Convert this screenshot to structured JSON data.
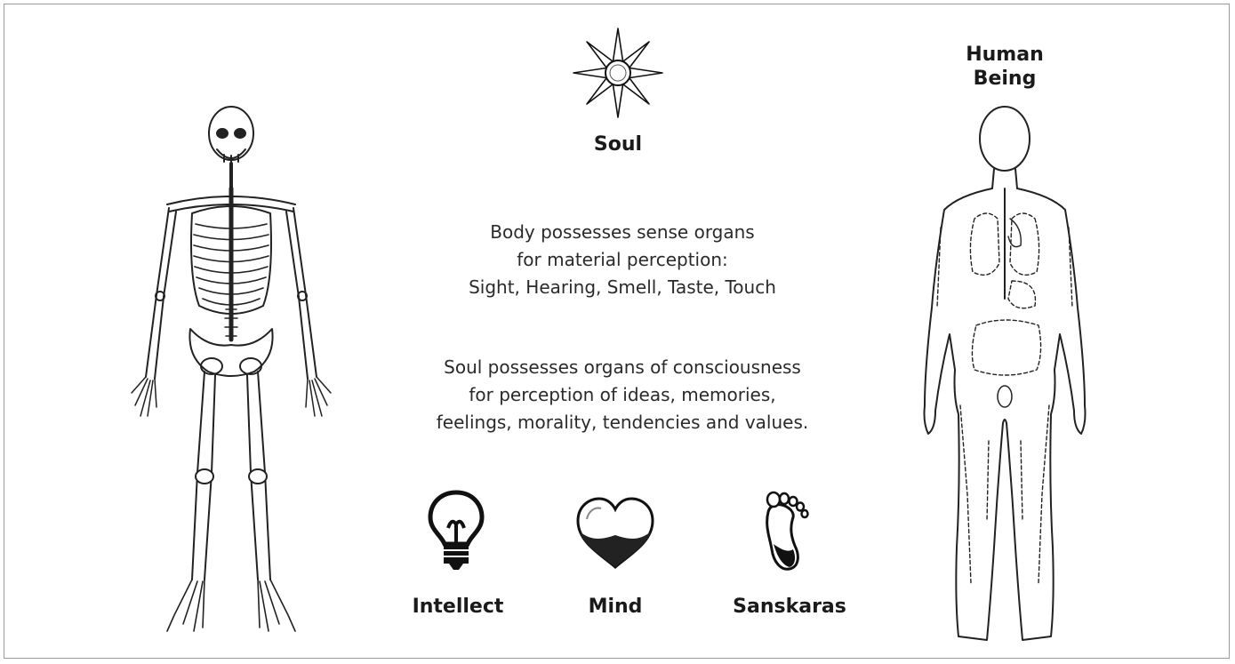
{
  "labels": {
    "soul": "Soul",
    "human_being_line1": "Human",
    "human_being_line2": "Being",
    "intellect": "Intellect",
    "mind": "Mind",
    "sanskaras": "Sanskaras"
  },
  "body_text": {
    "lines": [
      "Body possesses sense organs",
      "for material perception:",
      "Sight, Hearing, Smell, Taste, Touch"
    ]
  },
  "soul_text": {
    "lines": [
      "Soul possesses organs of consciousness",
      "for perception of ideas, memories,",
      "feelings, morality, tendencies and values."
    ]
  },
  "icons": {
    "soul": "star-burst-icon",
    "intellect": "light-bulb-icon",
    "mind": "heart-icon",
    "sanskaras": "footprint-icon",
    "skeleton": "skeleton-figure",
    "human": "human-body-outline"
  }
}
